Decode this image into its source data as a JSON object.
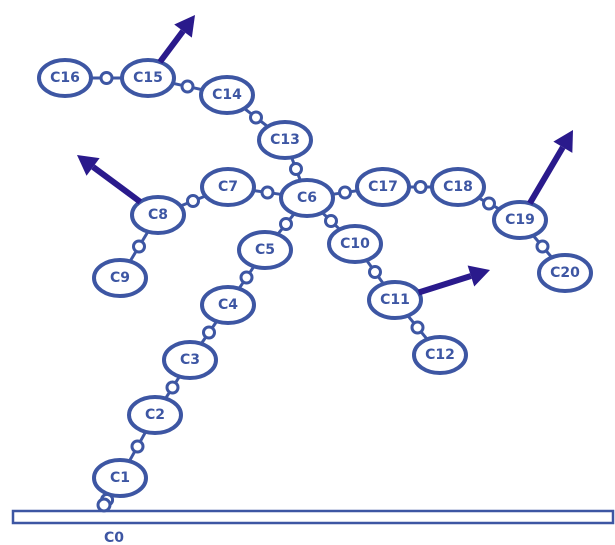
{
  "diagram": {
    "base_label": "C0",
    "nodes": [
      {
        "id": "C1",
        "label": "C1"
      },
      {
        "id": "C2",
        "label": "C2"
      },
      {
        "id": "C3",
        "label": "C3"
      },
      {
        "id": "C4",
        "label": "C4"
      },
      {
        "id": "C5",
        "label": "C5"
      },
      {
        "id": "C6",
        "label": "C6"
      },
      {
        "id": "C7",
        "label": "C7"
      },
      {
        "id": "C8",
        "label": "C8"
      },
      {
        "id": "C9",
        "label": "C9"
      },
      {
        "id": "C10",
        "label": "C10"
      },
      {
        "id": "C11",
        "label": "C11"
      },
      {
        "id": "C12",
        "label": "C12"
      },
      {
        "id": "C13",
        "label": "C13"
      },
      {
        "id": "C14",
        "label": "C14"
      },
      {
        "id": "C15",
        "label": "C15"
      },
      {
        "id": "C16",
        "label": "C16"
      },
      {
        "id": "C17",
        "label": "C17"
      },
      {
        "id": "C18",
        "label": "C18"
      },
      {
        "id": "C19",
        "label": "C19"
      },
      {
        "id": "C20",
        "label": "C20"
      }
    ],
    "links": [
      [
        "C0",
        "C1"
      ],
      [
        "C1",
        "C2"
      ],
      [
        "C2",
        "C3"
      ],
      [
        "C3",
        "C4"
      ],
      [
        "C4",
        "C5"
      ],
      [
        "C5",
        "C6"
      ],
      [
        "C6",
        "C7"
      ],
      [
        "C7",
        "C8"
      ],
      [
        "C8",
        "C9"
      ],
      [
        "C6",
        "C10"
      ],
      [
        "C10",
        "C11"
      ],
      [
        "C11",
        "C12"
      ],
      [
        "C6",
        "C13"
      ],
      [
        "C13",
        "C14"
      ],
      [
        "C14",
        "C15"
      ],
      [
        "C15",
        "C16"
      ],
      [
        "C6",
        "C17"
      ],
      [
        "C17",
        "C18"
      ],
      [
        "C18",
        "C19"
      ],
      [
        "C19",
        "C20"
      ]
    ],
    "force_arrows_on": [
      "C15",
      "C8",
      "C11",
      "C19"
    ],
    "colors": {
      "node_stroke": "#3d56a3",
      "arrow": "#2a1a8c",
      "background": "#ffffff"
    }
  }
}
